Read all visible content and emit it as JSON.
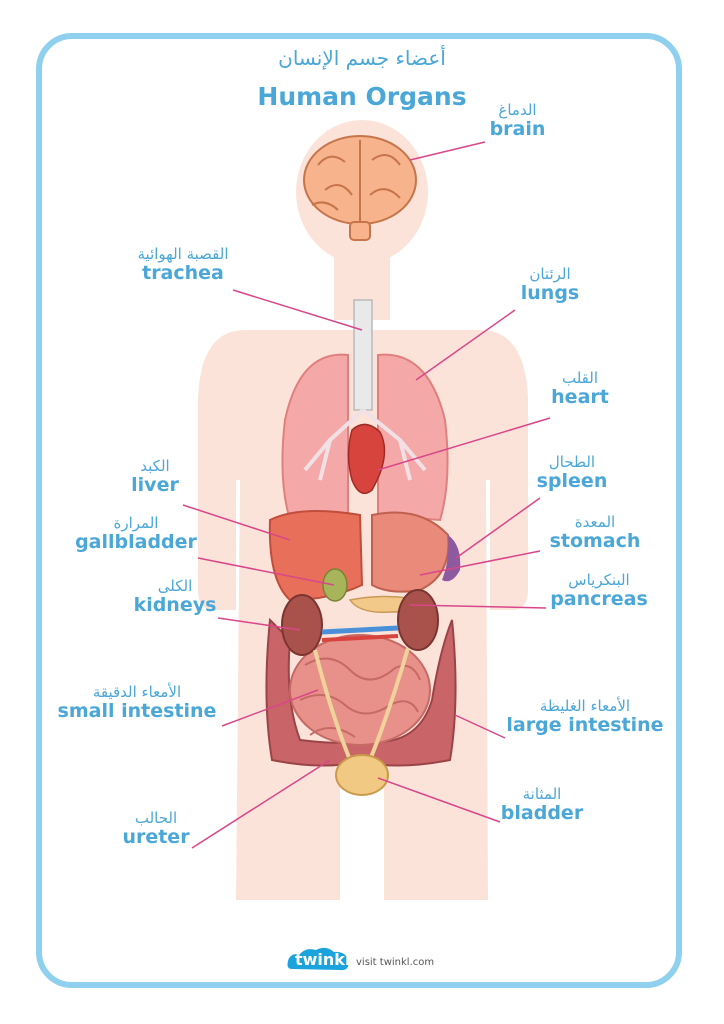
{
  "title": {
    "arabic": "أعضاء جسم الإنسان",
    "english": "Human Organs"
  },
  "labels": {
    "brain": {
      "ar": "الدماغ",
      "en": "brain"
    },
    "trachea": {
      "ar": "القصبة الهوائية",
      "en": "trachea"
    },
    "lungs": {
      "ar": "الرئتان",
      "en": "lungs"
    },
    "heart": {
      "ar": "القلب",
      "en": "heart"
    },
    "liver": {
      "ar": "الكبد",
      "en": "liver"
    },
    "spleen": {
      "ar": "الطحال",
      "en": "spleen"
    },
    "gallbladder": {
      "ar": "المرارة",
      "en": "gallbladder"
    },
    "stomach": {
      "ar": "المعدة",
      "en": "stomach"
    },
    "kidneys": {
      "ar": "الكلى",
      "en": "kidneys"
    },
    "pancreas": {
      "ar": "البنكرياس",
      "en": "pancreas"
    },
    "small_intestine": {
      "ar": "الأمعاء الدقيقة",
      "en": "small intestine"
    },
    "large_intestine": {
      "ar": "الأمعاء الغليظة",
      "en": "large intestine"
    },
    "ureter": {
      "ar": "الحالب",
      "en": "ureter"
    },
    "bladder": {
      "ar": "المثانة",
      "en": "bladder"
    }
  },
  "footer": {
    "logo_text": "twinkl",
    "visit_text": "visit twinkl.com"
  },
  "colors": {
    "frame": "#8fd0ef",
    "label_text": "#4aa7d8",
    "leader_line": "#d9468a",
    "skin": "#fbe3da",
    "brain": "#f7b48c",
    "lungs": "#f4a9a8",
    "liver": "#e8705a",
    "stomach": "#e98a7a",
    "kidneys": "#a9524c",
    "intestine": "#e8908a",
    "large_intestine": "#c96468",
    "bladder": "#f2c982",
    "spleen": "#8d5aa0",
    "heart": "#d7443e",
    "trachea": "#e9e9ea"
  }
}
